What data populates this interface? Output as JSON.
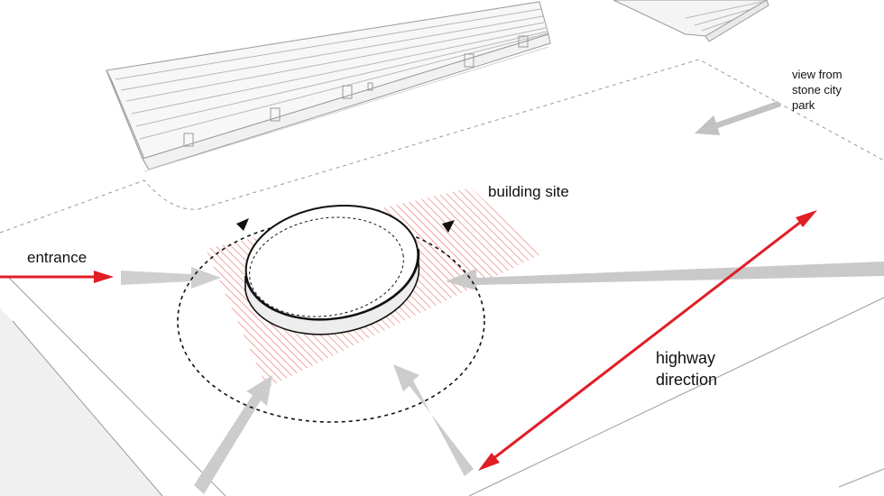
{
  "labels": {
    "entrance": "entrance",
    "building_site": "building site",
    "view_from_park": [
      "view from",
      "stone city",
      "park"
    ],
    "highway_direction": [
      "highway",
      "direction"
    ]
  },
  "colors": {
    "accent_red": "#e01e26",
    "flow_arrow_gray": "#c9c9c9",
    "site_hatch": "#e8706a",
    "outline": "#222222",
    "dashed_boundary": "#9a9a9a"
  }
}
